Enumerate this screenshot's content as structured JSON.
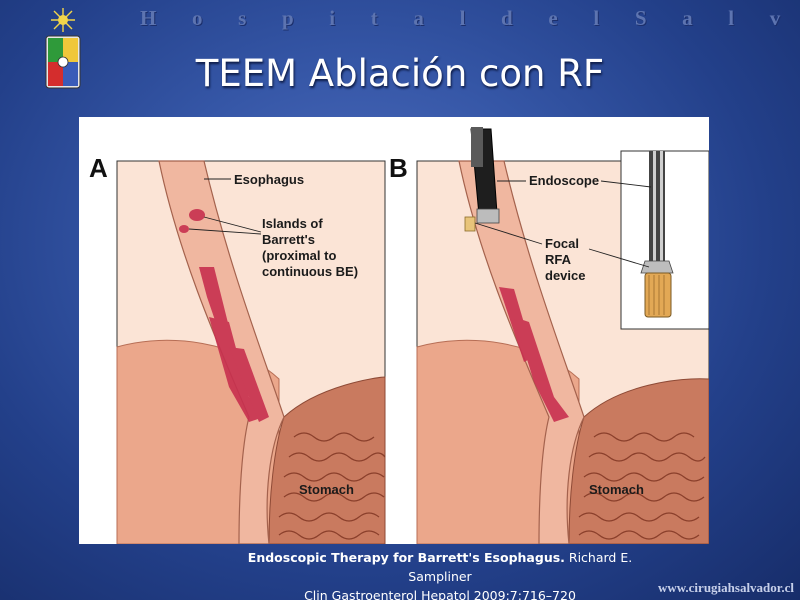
{
  "header": {
    "hospital_name": "H o s p i t a l   d e l   S a l v a d o r"
  },
  "title": "TEEM Ablación con RF",
  "figure": {
    "panel_a": {
      "letter": "A",
      "labels": {
        "esophagus": "Esophagus",
        "islands_1": "Islands of",
        "islands_2": "Barrett's",
        "islands_3": "(proximal to",
        "islands_4": "continuous BE)",
        "stomach": "Stomach"
      }
    },
    "panel_b": {
      "letter": "B",
      "labels": {
        "endoscope": "Endoscope",
        "focal": "Focal",
        "rfa": "RFA",
        "device": "device",
        "stomach": "Stomach"
      }
    }
  },
  "citation": {
    "title": "Endoscopic Therapy for Barrett's Esophagus.",
    "author": " Richard E. Sampliner",
    "journal": "Clin Gastroenterol Hepatol  2009;7:716–720"
  },
  "website": "www.cirugiahsalvador.cl",
  "colors": {
    "background": "#2d4b9b",
    "title": "#ffffff",
    "tissue": "#e9a98f",
    "barrett": "#c8304f"
  }
}
